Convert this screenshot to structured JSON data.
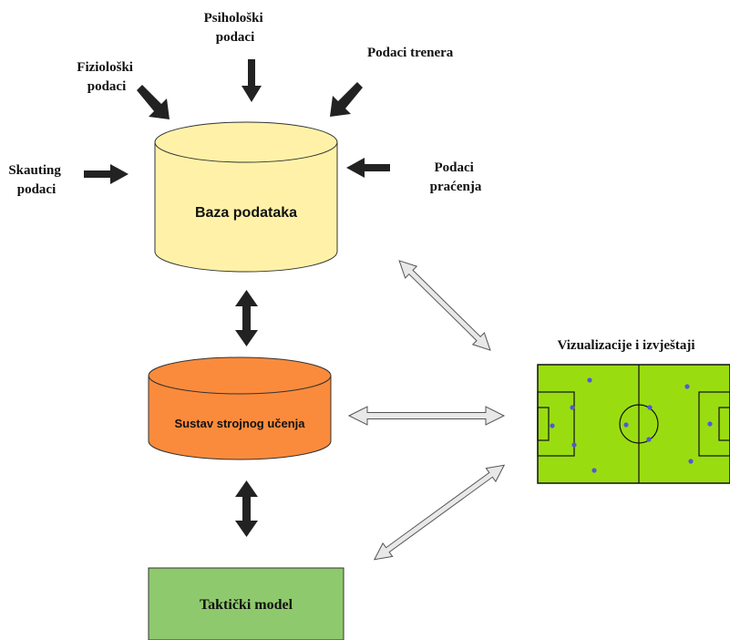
{
  "inputs": {
    "psiholoski": [
      "Psihološki",
      "podaci"
    ],
    "fizioloski": [
      "Fiziološki",
      "podaci"
    ],
    "trener": [
      "Podaci trenera"
    ],
    "skauting": [
      "Skauting",
      "podaci"
    ],
    "pracenje": [
      "Podaci",
      "praćenja"
    ]
  },
  "nodes": {
    "database": "Baza podataka",
    "ml_system": "Sustav strojnog učenja",
    "tactical_model": "Taktički model",
    "visualization": "Vizualizacije i izvještaji"
  },
  "colors": {
    "database_fill": "#fff2a8",
    "ml_fill": "#fb8b3c",
    "tactical_fill": "#8fc96d",
    "pitch_fill": "#99dd11",
    "player_dot": "#5555dd",
    "arrow_dark": "#222222",
    "arrow_light": "#e8e8e8"
  },
  "icons": {
    "input_arrow": "arrow-icon",
    "double_arrow": "double-arrow-icon",
    "pitch": "football-pitch-icon"
  }
}
